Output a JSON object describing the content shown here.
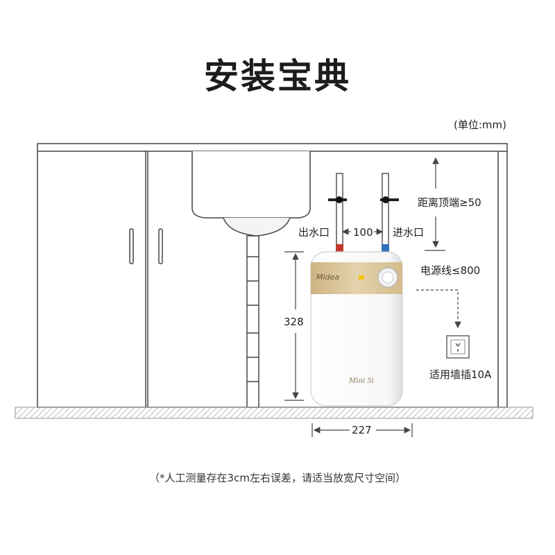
{
  "title": "安装宝典",
  "unit": "(单位:mm)",
  "labels": {
    "outlet": "出水口",
    "inlet": "进水口",
    "pipe_spacing": "100",
    "top_clearance": "距离顶端≥50",
    "power_cord": "电源线≤800",
    "height": "328",
    "width": "227",
    "socket": "适用墙插10A"
  },
  "product": {
    "brand": "Midea",
    "model": "Mini 5l"
  },
  "note": "（*人工测量存在3cm左右误差，请适当放宽尺寸空间）",
  "colors": {
    "line": "#444444",
    "panel_gold": "#d8c29a",
    "floor": "#cccccc",
    "red_cap": "#c0392b",
    "blue_cap": "#2f6fb8"
  },
  "icons": [
    "arrow-icon",
    "socket-icon",
    "knob-icon"
  ]
}
